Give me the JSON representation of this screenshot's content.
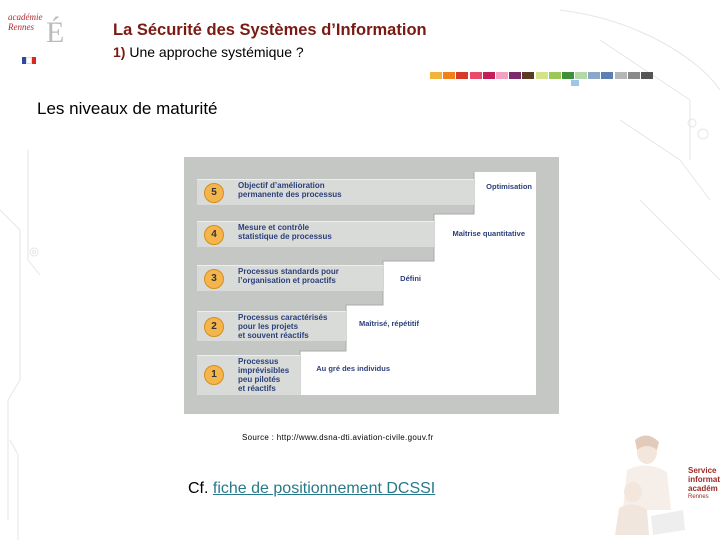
{
  "header": {
    "logo_text": "académie Rennes",
    "title": "La Sécurité des Systèmes d’Information",
    "subtitle_number": "1)",
    "subtitle_text": "Une approche systémique ?"
  },
  "palette": [
    "#f0b33c",
    "#f07f1c",
    "#d83a2a",
    "#e84a6b",
    "#c21f5a",
    "#f2a1c0",
    "#7b2d6b",
    "#5b3a24",
    "#d4e28c",
    "#9cc85a",
    "#3f8f3a",
    "#b4d8a8",
    "#8aa6c8",
    "#5b7fb0",
    "#b6b6b6",
    "#8a8a8a",
    "#555555"
  ],
  "heading": "Les niveaux de maturité",
  "diagram": {
    "levels": [
      {
        "number": "5",
        "description_line1": "Objectif d’amélioration",
        "description_line2": "permanente des processus",
        "description_line3": "",
        "stage": "Optimisation"
      },
      {
        "number": "4",
        "description_line1": "Mesure et contrôle",
        "description_line2": "statistique de processus",
        "description_line3": "",
        "stage": "Maîtrise quantitative"
      },
      {
        "number": "3",
        "description_line1": "Processus standards pour",
        "description_line2": "l’organisation et proactifs",
        "description_line3": "",
        "stage": "Défini"
      },
      {
        "number": "2",
        "description_line1": "Processus caractérisés",
        "description_line2": "pour les projets",
        "description_line3": "et souvent réactifs",
        "stage": "Maîtrisé, répétitif"
      },
      {
        "number": "1",
        "description_line1": "Processus",
        "description_line2": "imprévisibles",
        "description_line3": "peu pilotés",
        "description_line4": "et réactifs",
        "stage": "Au gré des individus"
      }
    ]
  },
  "source": "Source : http://www.dsna-dti.aviation-civile.gouv.fr",
  "reference": {
    "prefix": "Cf.",
    "link_text": "fiche de positionnement DCSSI"
  },
  "footer": {
    "service_line1": "Service",
    "service_line2": "informati",
    "service_line3": "académ",
    "service_line4": "Rennes"
  }
}
